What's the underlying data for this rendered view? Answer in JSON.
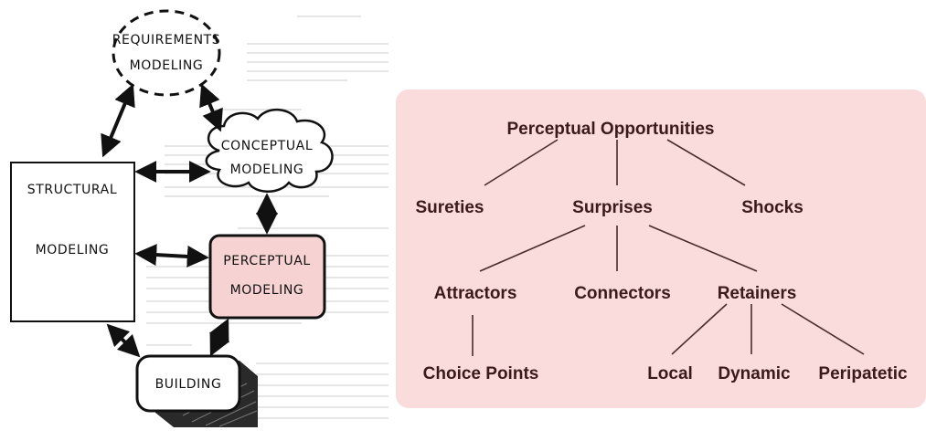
{
  "left": {
    "requirements": [
      "REQUIREMENTS",
      "MODELING"
    ],
    "conceptual": [
      "CONCEPTUAL",
      "MODELING"
    ],
    "structural": [
      "STRUCTURAL",
      "MODELING"
    ],
    "perceptual": [
      "PERCEPTUAL",
      "MODELING"
    ],
    "building": "BUILDING"
  },
  "tree": {
    "root": "Perceptual Opportunities",
    "level1": [
      "Sureties",
      "Surprises",
      "Shocks"
    ],
    "surprises_children": [
      "Attractors",
      "Connectors",
      "Retainers"
    ],
    "attractors_children": [
      "Choice Points"
    ],
    "retainers_children": [
      "Local",
      "Dynamic",
      "Peripatetic"
    ]
  },
  "colors": {
    "panel_bg": "#fbdcdc",
    "perceptual_fill": "#f6d2d2",
    "node_text": "#3a1a1a"
  }
}
